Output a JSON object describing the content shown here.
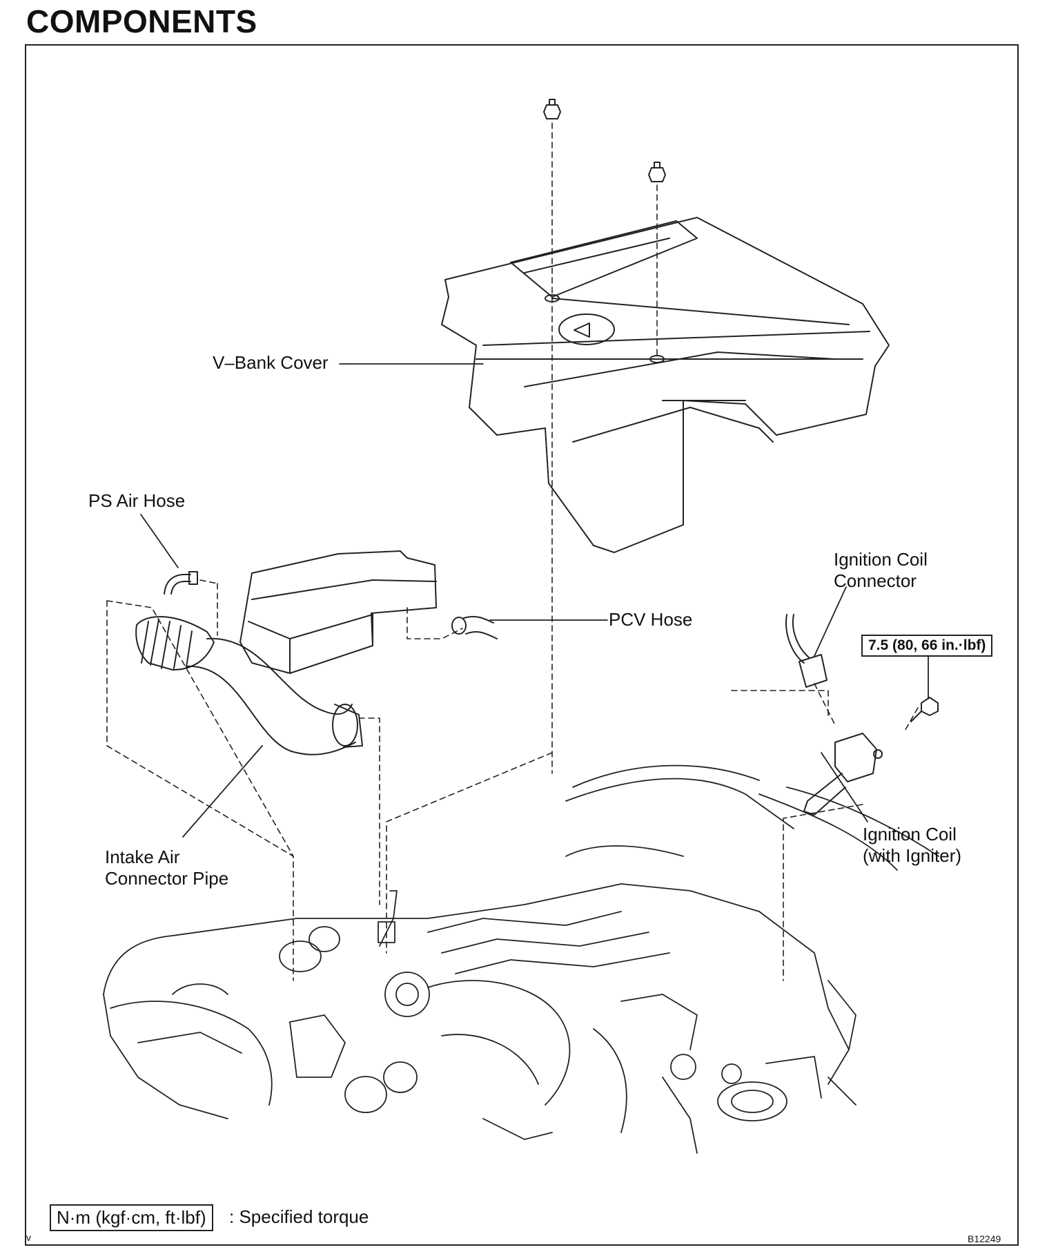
{
  "title": "COMPONENTS",
  "labels": {
    "v_bank_cover": "V–Bank Cover",
    "ps_air_hose": "PS Air Hose",
    "pcv_hose": "PCV Hose",
    "ignition_coil_connector": "Ignition Coil\nConnector",
    "ignition_coil": "Ignition Coil\n(with Igniter)",
    "intake_air_connector_pipe": "Intake Air\nConnector Pipe"
  },
  "torque_spec": "7.5 (80, 66 in.·lbf)",
  "legend": {
    "unit_box": "N·m (kgf·cm, ft·lbf)",
    "unit_text": ": Specified torque"
  },
  "figure_code": "B12249",
  "corner_mark": "v"
}
